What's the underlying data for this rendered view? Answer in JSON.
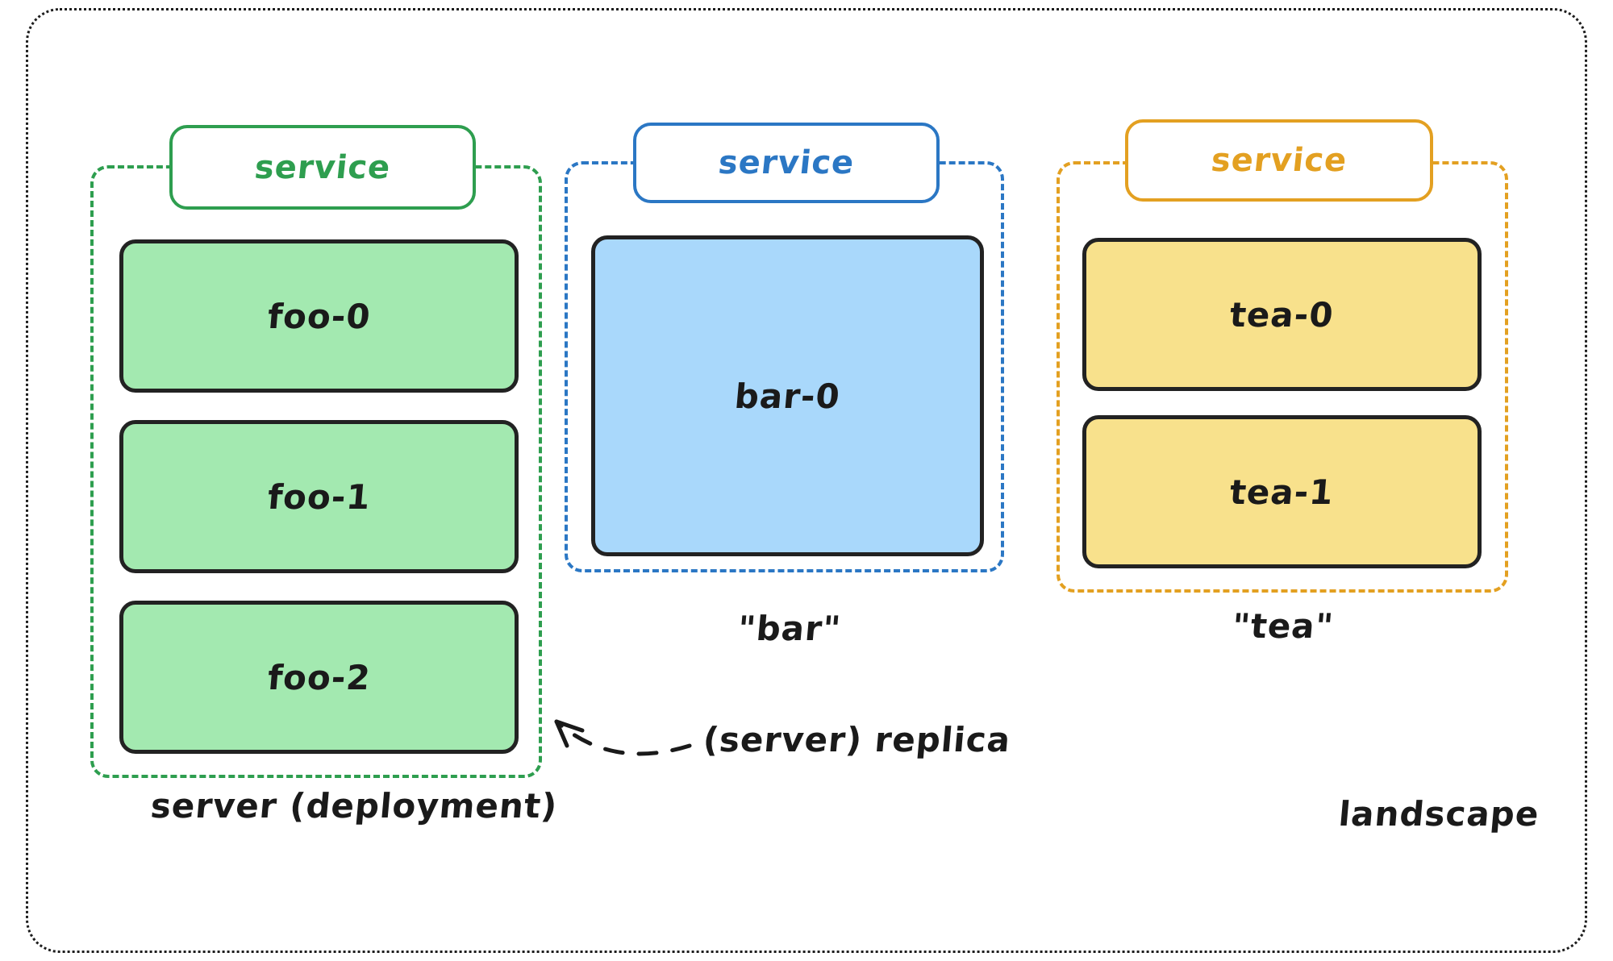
{
  "diagram": {
    "outer_label": "landscape",
    "accent_colors": {
      "green": "#2e9e4f",
      "blue": "#2b77c4",
      "orange": "#e3a021",
      "node_border": "#222222",
      "green_fill": "#a3e9b0",
      "blue_fill": "#a9d8fb",
      "orange_fill": "#f8e18c",
      "frame": "#1d1d1d"
    },
    "groups": [
      {
        "id": "server",
        "service_label": "service",
        "caption": "server (deployment)",
        "color": "green",
        "nodes": [
          {
            "label": "foo-0"
          },
          {
            "label": "foo-1"
          },
          {
            "label": "foo-2"
          }
        ]
      },
      {
        "id": "bar",
        "service_label": "service",
        "caption": "\"bar\"",
        "color": "blue",
        "nodes": [
          {
            "label": "bar-0"
          }
        ]
      },
      {
        "id": "tea",
        "service_label": "service",
        "caption": "\"tea\"",
        "color": "orange",
        "nodes": [
          {
            "label": "tea-0"
          },
          {
            "label": "tea-1"
          }
        ]
      }
    ],
    "annotations": [
      {
        "id": "replica-callout",
        "label": "(server) replica"
      }
    ]
  }
}
